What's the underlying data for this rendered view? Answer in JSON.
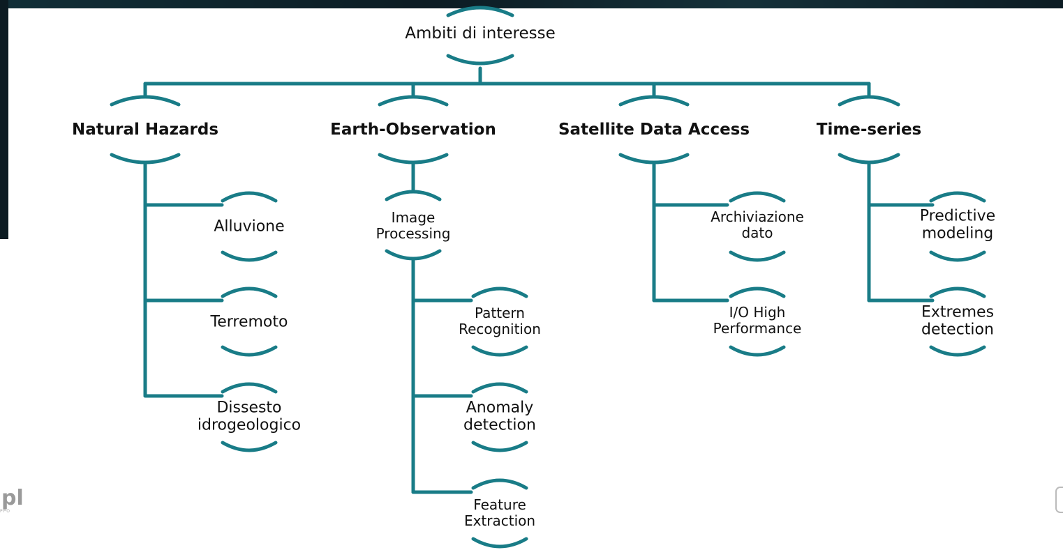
{
  "diagram": {
    "root": "Ambiti di interesse",
    "categories": [
      {
        "title": "Natural Hazards",
        "children": [
          "Alluvione",
          "Terremoto",
          "Dissesto\nidrogeologico"
        ]
      },
      {
        "title": "Earth-Observation",
        "children": [
          "Image\nProcessing"
        ],
        "grandchildren": [
          "Pattern\nRecognition",
          "Anomaly\ndetection",
          "Feature\nExtraction"
        ]
      },
      {
        "title": "Satellite Data Access",
        "children": [
          "Archiviazione\ndato",
          "I/O High\nPerformance"
        ]
      },
      {
        "title": "Time-series",
        "children": [
          "Predictive\nmodeling",
          "Extremes\ndetection"
        ]
      }
    ]
  },
  "colors": {
    "line": "#197c87",
    "background": "#ffffff",
    "dark_band": "#0c1b22"
  },
  "logos": {
    "left_partial": "pl",
    "left_sub": "PPO"
  }
}
